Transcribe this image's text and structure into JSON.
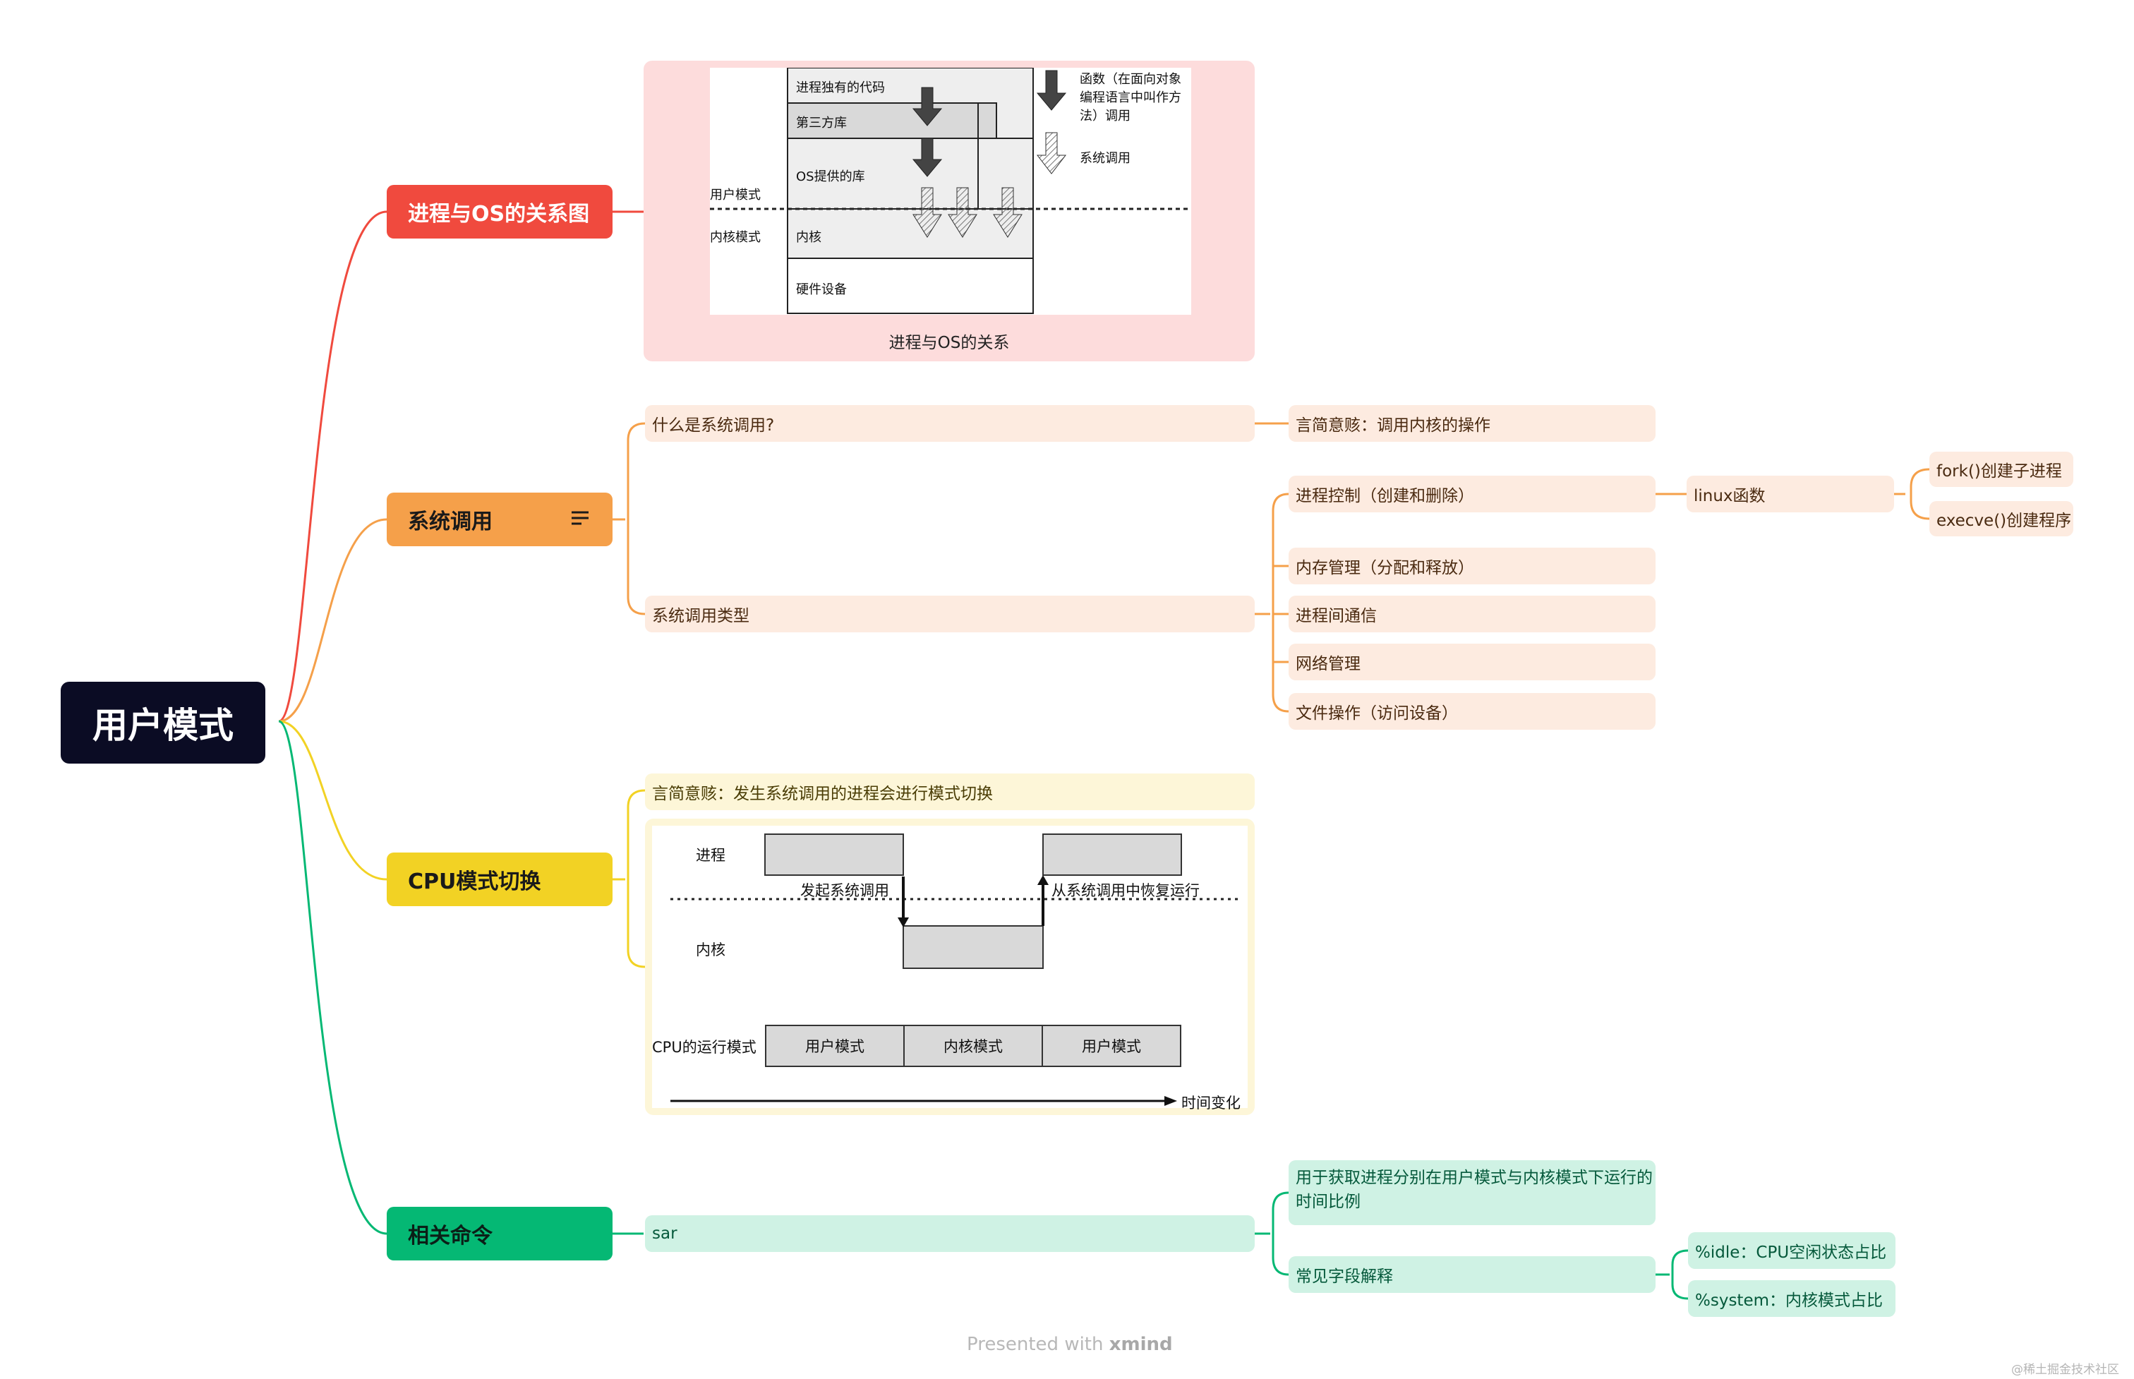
{
  "root": {
    "label": "用户模式"
  },
  "branch_os": {
    "label": "进程与OS的关系图",
    "color": "#f04a3e",
    "figure": {
      "caption": "进程与OS的关系",
      "layers": [
        "进程独有的代码",
        "第三方库",
        "OS提供的库",
        "内核",
        "硬件设备"
      ],
      "user_mode": "用户模式",
      "kernel_mode": "内核模式",
      "legend_call_1": "函数（在面向对象",
      "legend_call_2": "编程语言中叫作方",
      "legend_call_3": "法）调用",
      "legend_syscall": "系统调用"
    }
  },
  "branch_syscall": {
    "label": "系统调用",
    "color": "#f5a04a",
    "what": "什么是系统调用?",
    "what_answer": "言简意赅：调用内核的操作",
    "types": "系统调用类型",
    "type_items": [
      "进程控制（创建和删除）",
      "内存管理（分配和释放）",
      "进程间通信",
      "网络管理",
      "文件操作（访问设备）"
    ],
    "linux": "linux函数",
    "linux_items": [
      "fork()创建子进程",
      "execve()创建程序"
    ]
  },
  "branch_cpu": {
    "label": "CPU模式切换",
    "color": "#f2d224",
    "summary": "言简意赅：发生系统调用的进程会进行模式切换",
    "figure": {
      "process": "进程",
      "kernel": "内核",
      "call": "发起系统调用",
      "resume": "从系统调用中恢复运行",
      "cpu_mode": "CPU的运行模式",
      "modes": [
        "用户模式",
        "内核模式",
        "用户模式"
      ],
      "time": "时间变化"
    }
  },
  "branch_cmd": {
    "label": "相关命令",
    "color": "#05b874",
    "sar": "sar",
    "desc": "用于获取进程分别在用户模式与内核模式下运行的时间比例",
    "fields": "常见字段解释",
    "field_items": [
      "%idle：CPU空闲状态占比",
      "%system：内核模式占比"
    ]
  },
  "footer": {
    "presented": "Presented with",
    "brand": "xmind",
    "watermark": "@稀土掘金技术社区"
  }
}
